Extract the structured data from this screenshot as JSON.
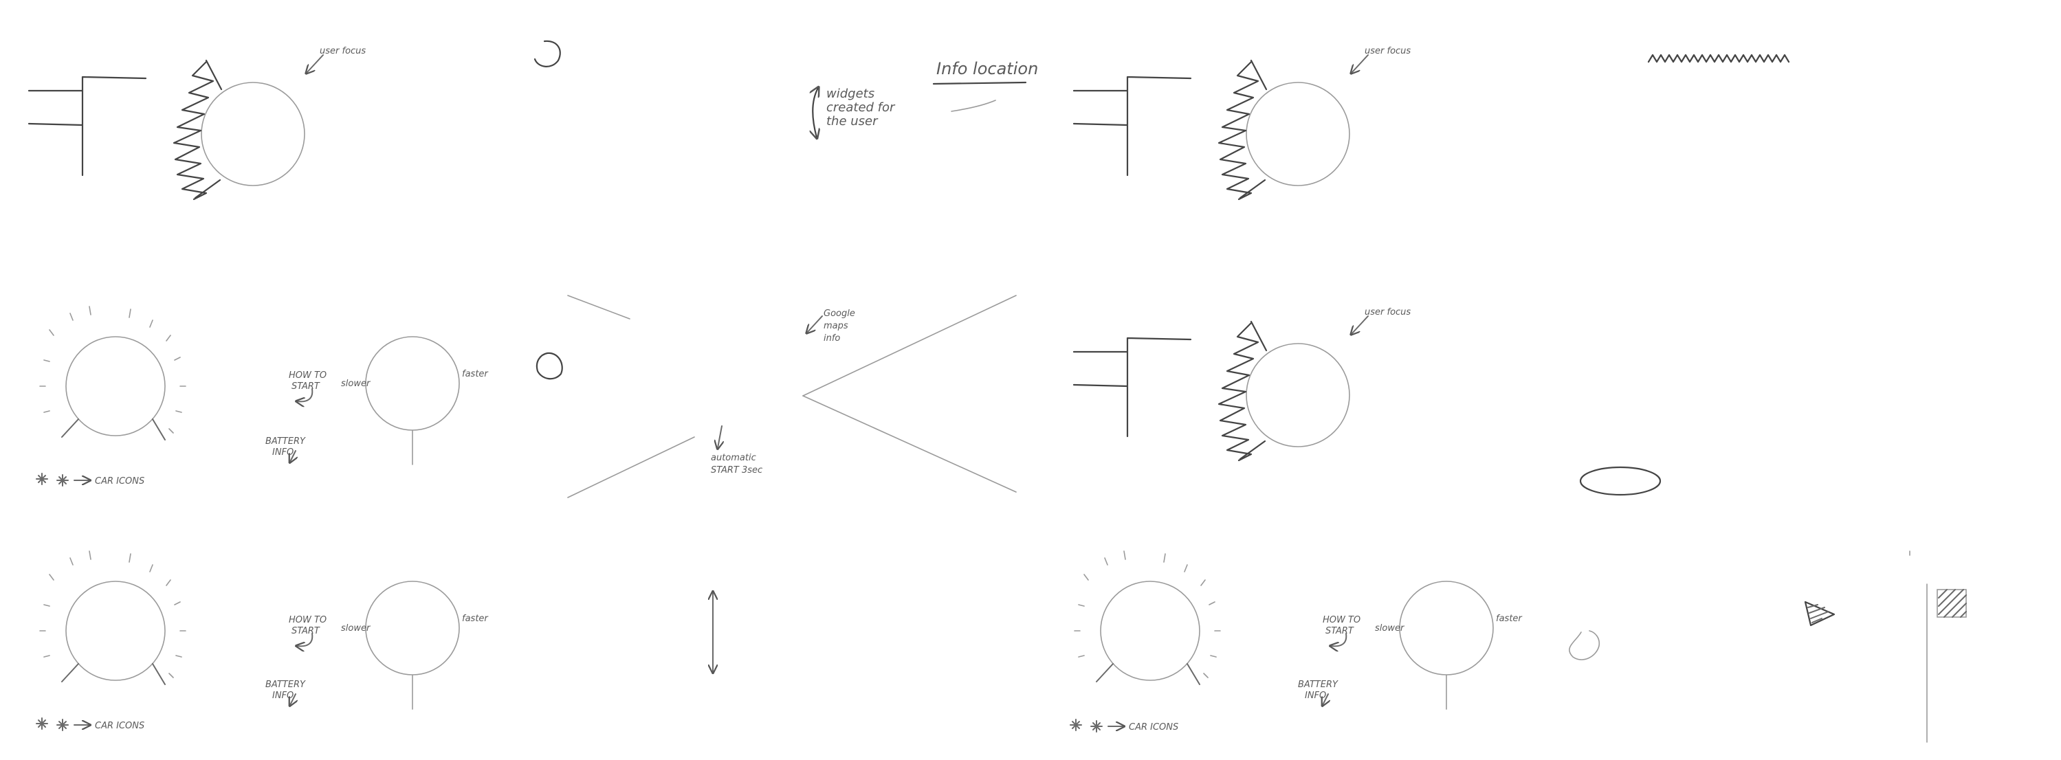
{
  "sketch": {
    "notes": {
      "user_focus": "user focus",
      "widgets": [
        "widgets",
        "created for",
        "the user"
      ],
      "info_location": "Info location",
      "google_maps": [
        "Google",
        "maps",
        "info"
      ],
      "automatic_start": [
        "automatic",
        "START 3sec"
      ],
      "how_to_start": [
        "HOW TO",
        "START"
      ],
      "battery_info": [
        "BATTERY",
        "INFO"
      ],
      "car_icons": "CAR ICONS",
      "slower": "slower",
      "faster": "faster"
    }
  }
}
